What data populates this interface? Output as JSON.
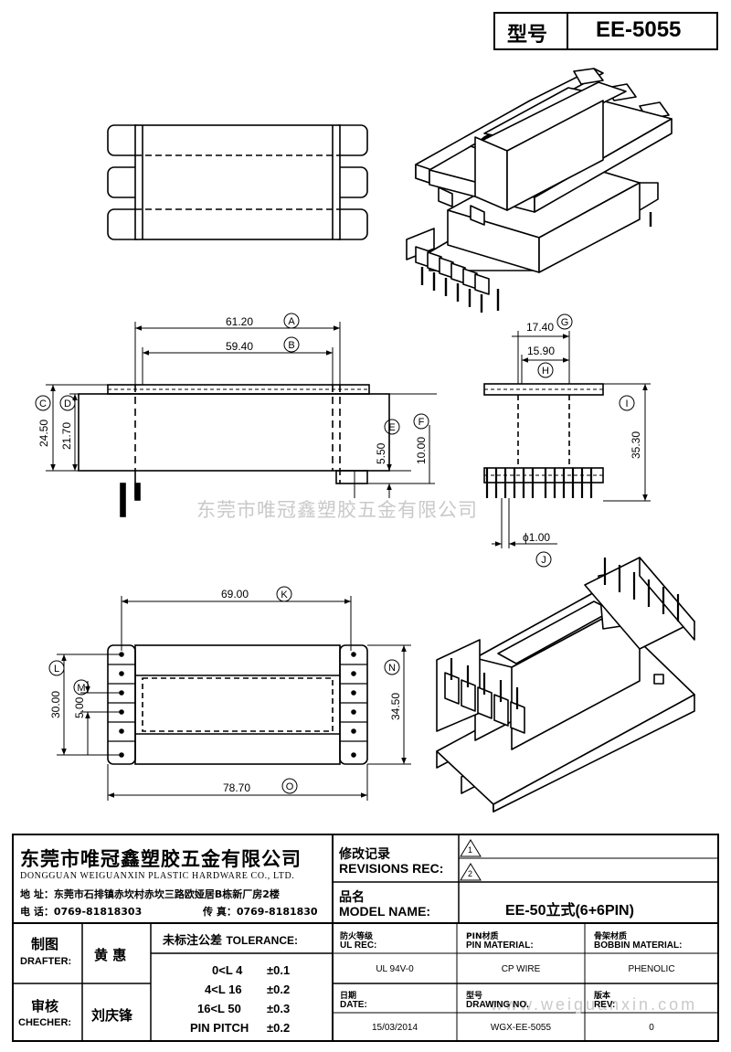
{
  "header": {
    "model_label": "型号",
    "model_value": "EE-5055"
  },
  "dimensions": {
    "top_61_20": "61.20",
    "top_59_40": "59.40",
    "left_24_50": "24.50",
    "left_21_70": "21.70",
    "right_5_50": "5.50",
    "right_10_00": "10.00",
    "side_17_40": "17.40",
    "side_15_90": "15.90",
    "side_35_30": "35.30",
    "pin_dia": "ϕ1.00",
    "bottom_69_00": "69.00",
    "bottom_30_00": "30.00",
    "bottom_5_00": "5.00",
    "bottom_34_50": "34.50",
    "bottom_78_70": "78.70"
  },
  "letters": [
    "A",
    "B",
    "C",
    "D",
    "E",
    "F",
    "G",
    "H",
    "I",
    "J",
    "K",
    "L",
    "M",
    "N",
    "O"
  ],
  "watermark": {
    "company": "东莞市唯冠鑫塑胶五金有限公司",
    "url": "www.weiguanxin.com"
  },
  "company": {
    "name_cn": "东莞市唯冠鑫塑胶五金有限公司",
    "name_en": "DONGGUAN WEIGUANXIN PLASTIC HARDWARE CO., LTD.",
    "address": "地  址：东莞市石排镇赤坎村赤坎三路欧娅居B栋新厂房2楼",
    "phone": "电  话：0769-81818303",
    "fax": "传  真：0769-8181830"
  },
  "revisions": {
    "label_cn": "修改记录",
    "label_en": "REVISIONS REC:",
    "mark1": "1",
    "mark2": "2"
  },
  "model_name": {
    "label_cn": "品名",
    "label_en": "MODEL NAME:",
    "value": "EE-50立式(6+6PIN)"
  },
  "drafter": {
    "label_cn": "制图",
    "label_en": "DRAFTER:",
    "name": "黄  惠"
  },
  "checker": {
    "label_cn": "审核",
    "label_en": "CHECHER:",
    "name": "刘庆锋"
  },
  "tolerance": {
    "title_cn": "未标注公差",
    "title_en": "TOLERANCE:",
    "rows": [
      {
        "range": "0<L   4",
        "value": "±0.1"
      },
      {
        "range": "4<L  16",
        "value": "±0.2"
      },
      {
        "range": "16<L  50",
        "value": "±0.3"
      },
      {
        "range": "PIN PITCH",
        "value": "±0.2"
      }
    ]
  },
  "specs": {
    "ul_cn": "防火等级",
    "ul_en": "UL REC:",
    "ul_value": "UL 94V-0",
    "pin_cn": "PIN材质",
    "pin_en": "PIN MATERIAL:",
    "pin_value": "CP WIRE",
    "bobbin_cn": "骨架材质",
    "bobbin_en": "BOBBIN MATERIAL:",
    "bobbin_value": "PHENOLIC",
    "date_cn": "日期",
    "date_en": "DATE:",
    "date_value": "15/03/2014",
    "drawing_cn": "型号",
    "drawing_en": "DRAWING NO.",
    "drawing_value": "WGX-EE-5055",
    "rev_cn": "版本",
    "rev_en": "REV:",
    "rev_value": "0"
  }
}
